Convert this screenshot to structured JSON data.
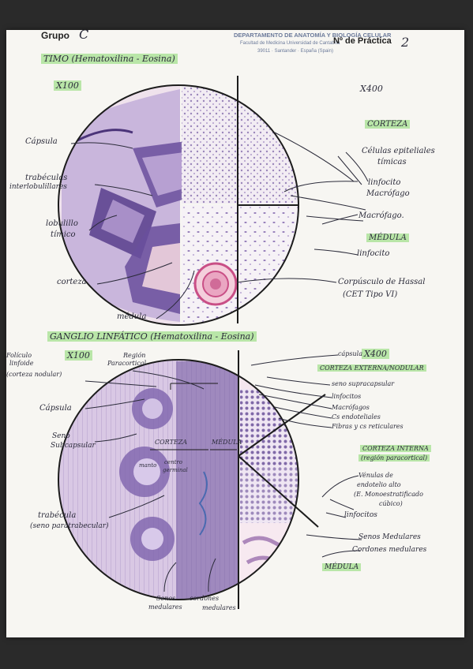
{
  "header": {
    "group_label": "Grupo",
    "group_value": "C",
    "department": "DEPARTAMENTO DE ANATOMÍA Y BIOLOGÍA CELULAR",
    "faculty": "Facultad de Medicina Universidad de Cantabria",
    "address": "39011 · Santander · España (Spain)",
    "practice_label": "Nº de Práctica",
    "practice_value": "2"
  },
  "timo": {
    "title": "TIMO (Hematoxilina - Eosina)",
    "mag_left": "X100",
    "mag_right": "X400",
    "labels": {
      "capsula": "Cápsula",
      "trabeculas_1": "trabéculas",
      "trabeculas_2": "interlobulillares",
      "lobulillo_1": "lobulillo",
      "lobulillo_2": "tímico",
      "corteza": "corteza",
      "medula": "médula",
      "corteza_box": "CORTEZA",
      "celulas_1": "Células epiteliales",
      "celulas_2": "tímicas",
      "linfocito_1": "linfocito",
      "macrofago_1": "Macrófago",
      "macrofago_2": "Macrófago.",
      "medula_box": "MÉDULA",
      "linfocito_2": "linfocito",
      "hassal_1": "Corpúsculo de Hassal",
      "hassal_2": "(CET Tipo VI)"
    }
  },
  "ganglio": {
    "title": "GANGLIO LINFÁTICO (Hematoxilina - Eosina)",
    "mag_left": "X100",
    "mag_right": "X400",
    "labels": {
      "foliculo_1": "Folículo",
      "foliculo_2": "linfoide",
      "foliculo_3": "(corteza nodular)",
      "region_1": "Región",
      "region_2": "Paracortical",
      "capsula_l": "Cápsula",
      "seno_1": "Seno",
      "seno_2": "Subcapsular",
      "corteza_in": "CORTEZA",
      "medula_in": "MÉDULA",
      "manto": "manto",
      "centro_1": "centro",
      "centro_2": "germinal",
      "trabecula_1": "trabécula",
      "trabecula_2": "(seno paratrabecular)",
      "senos_med_1": "Senos",
      "senos_med_2": "medulares",
      "cordones_1": "cordones",
      "cordones_2": "medulares",
      "capsula_r": "cápsula",
      "corteza_ext": "CORTEZA EXTERNA/NODULAR",
      "seno_supra": "seno supracapsular",
      "linfocitos_1": "linfocitos",
      "macrofagos": "Macrófagos",
      "cs_endo": "Cs endoteliales",
      "fibras": "Fibras y cs reticulares",
      "corteza_int_1": "CORTEZA INTERNA",
      "corteza_int_2": "(región paracortical)",
      "venulas_1": "Vénulas de",
      "venulas_2": "endotelio alto",
      "venulas_3": "(E. Monoestratificado",
      "venulas_4": "cúbico)",
      "linfocitos_2": "linfocitos",
      "senos_medulares": "Senos Medulares",
      "cordones_medulares": "Cordones medulares",
      "medula_box": "MÉDULA"
    }
  },
  "colors": {
    "paper": "#f7f6f2",
    "highlight": "#b9e6a8",
    "tissue_dark": "#6a4f9c",
    "tissue_light": "#c9b6dc",
    "pink": "#e7a7bd"
  }
}
